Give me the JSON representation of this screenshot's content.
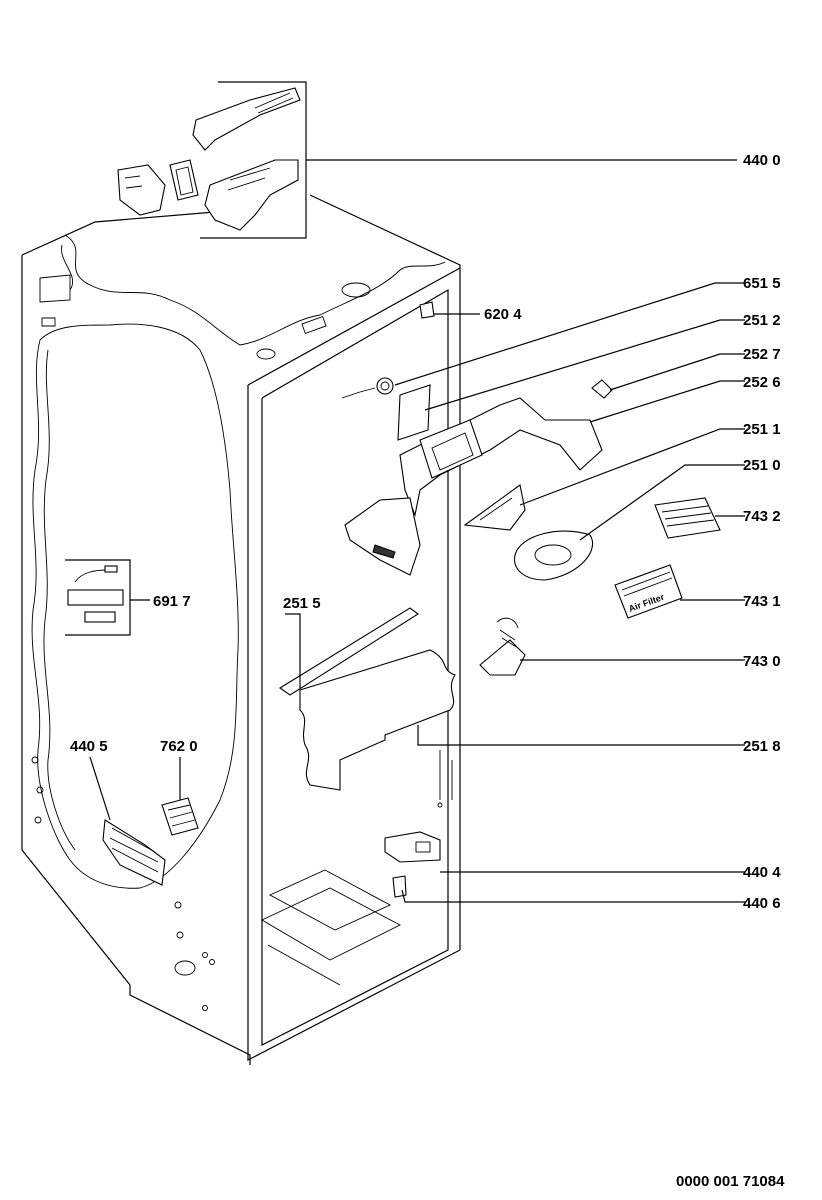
{
  "callouts": [
    {
      "id": "c4400",
      "label": "440 0"
    },
    {
      "id": "c6515",
      "label": "651 5"
    },
    {
      "id": "c6204",
      "label": "620 4"
    },
    {
      "id": "c2512",
      "label": "251 2"
    },
    {
      "id": "c2527",
      "label": "252 7"
    },
    {
      "id": "c2526",
      "label": "252 6"
    },
    {
      "id": "c2511",
      "label": "251 1"
    },
    {
      "id": "c2510",
      "label": "251 0"
    },
    {
      "id": "c7432",
      "label": "743 2"
    },
    {
      "id": "c6917",
      "label": "691 7"
    },
    {
      "id": "c2515",
      "label": "251 5"
    },
    {
      "id": "c7431",
      "label": "743 1"
    },
    {
      "id": "c7430",
      "label": "743 0"
    },
    {
      "id": "c4405",
      "label": "440 5"
    },
    {
      "id": "c7620",
      "label": "762 0"
    },
    {
      "id": "c2518",
      "label": "251 8"
    },
    {
      "id": "c4404",
      "label": "440 4"
    },
    {
      "id": "c4406",
      "label": "440 6"
    }
  ],
  "filter_text": "Air Filter",
  "document_number": "0000 001 71084"
}
